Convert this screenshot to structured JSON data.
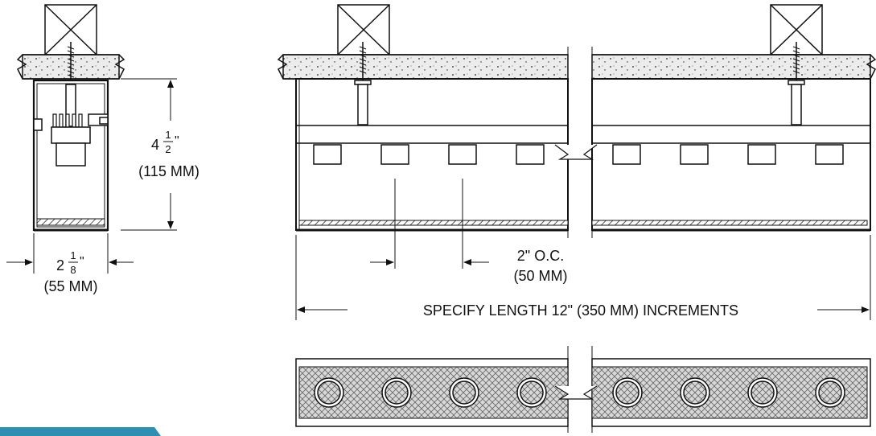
{
  "labels": {
    "height_whole": "4",
    "height_num": "1",
    "height_den": "2",
    "height_inch": "\"",
    "height_mm": "(115 MM)",
    "width_whole": "2",
    "width_num": "1",
    "width_den": "8",
    "width_inch": "\"",
    "width_mm": "(55 MM)",
    "spacing": "2\" O.C.",
    "spacing_mm": "(50 MM)",
    "length": "SPECIFY LENGTH 12\" (350 MM) INCREMENTS"
  },
  "colors": {
    "line": "#111111",
    "concrete": "#e9e9e9",
    "hatch": "#777777",
    "accent": "#2f8fb3"
  }
}
